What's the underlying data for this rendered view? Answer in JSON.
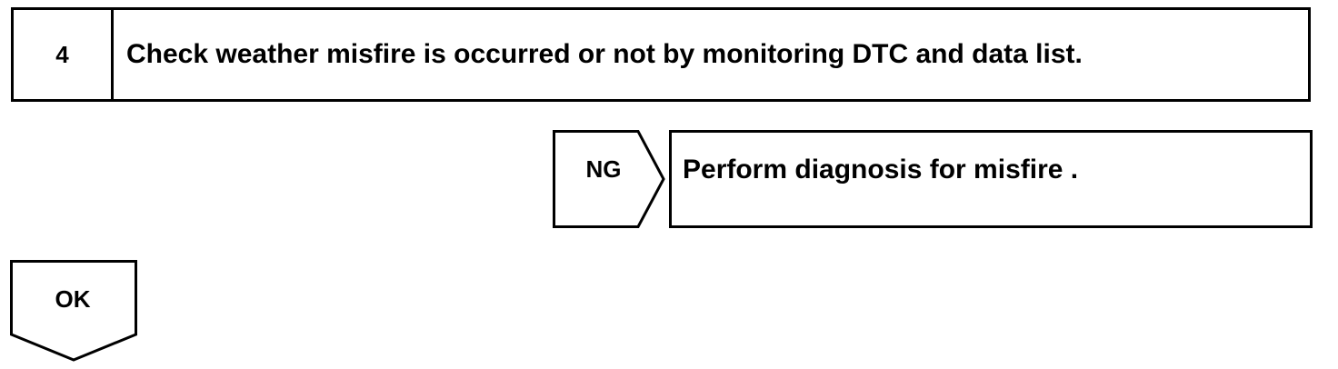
{
  "step": {
    "number": "4",
    "text": "Check weather misfire is occurred or not by monitoring DTC and data list."
  },
  "ng_branch": {
    "label": "NG",
    "result": "Perform diagnosis for misfire ."
  },
  "ok_branch": {
    "label": "OK"
  }
}
